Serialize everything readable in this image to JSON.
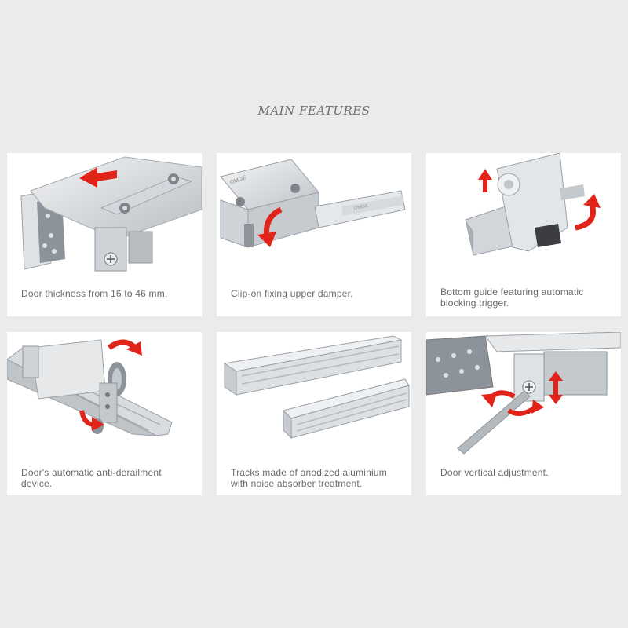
{
  "header": {
    "title": "MAIN FEATURES"
  },
  "colors": {
    "accent": "#e2231a",
    "metal": "#c9cdd1",
    "background": "#ebebeb"
  },
  "features": [
    {
      "icon": "door-thickness-illustration",
      "caption": "Door thickness from 16 to 46 mm."
    },
    {
      "icon": "upper-damper-illustration",
      "caption": "Clip-on fixing upper damper."
    },
    {
      "icon": "bottom-guide-illustration",
      "caption": "Bottom guide featuring automatic blocking trigger."
    },
    {
      "icon": "anti-derailment-illustration",
      "caption": "Door's automatic anti-derailment device."
    },
    {
      "icon": "aluminium-tracks-illustration",
      "caption": "Tracks made of anodized aluminium with noise absorber treatment."
    },
    {
      "icon": "vertical-adjustment-illustration",
      "caption": "Door vertical adjustment."
    }
  ],
  "brand": {
    "label": "OMGE"
  }
}
